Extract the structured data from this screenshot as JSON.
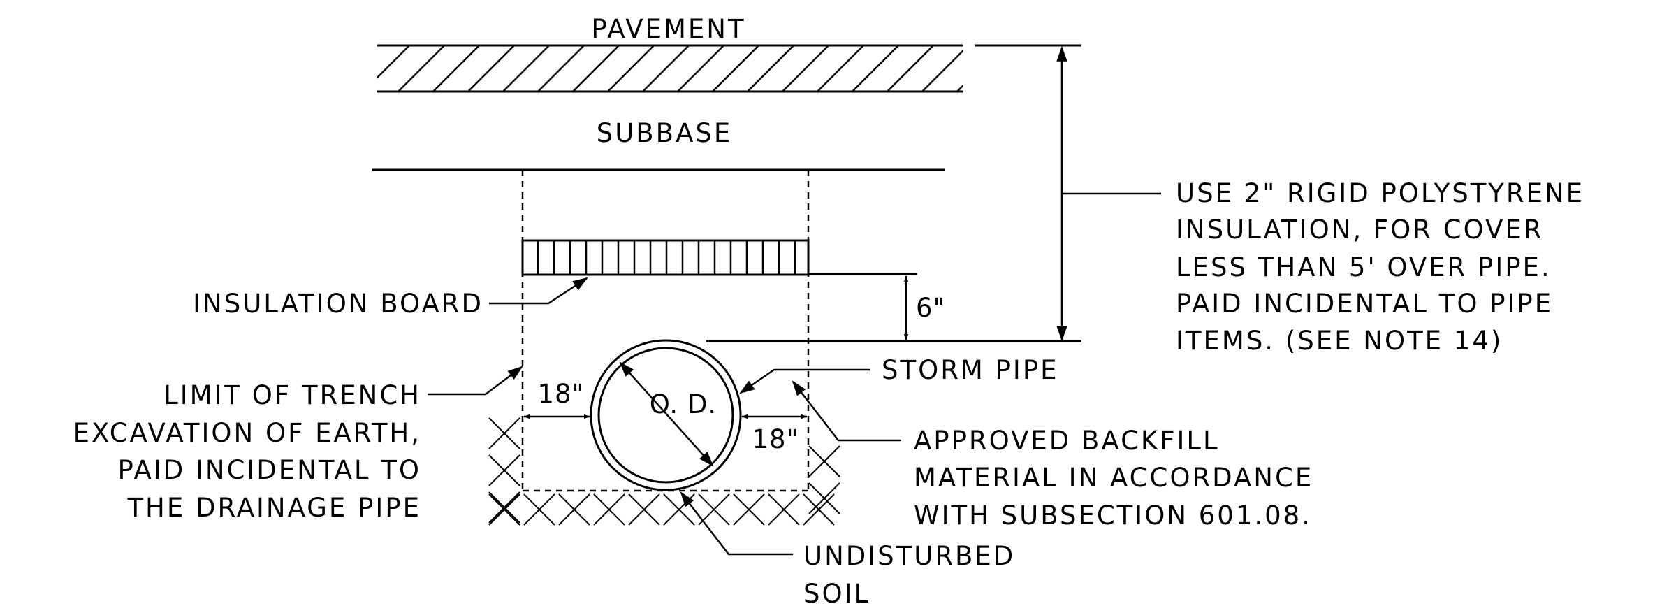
{
  "labels": {
    "pavement": "PAVEMENT",
    "subbase": "SUBBASE",
    "insulation_board": "INSULATION BOARD",
    "storm_pipe": "STORM PIPE",
    "od": "O. D.",
    "six_inch": "6\"",
    "eighteen_left": "18\"",
    "eighteen_right": "18\"",
    "use_note": [
      "USE 2\" RIGID POLYSTYRENE",
      "INSULATION, FOR COVER",
      "LESS THAN 5' OVER PIPE.",
      "PAID INCIDENTAL TO PIPE",
      "ITEMS. (SEE NOTE 14)"
    ],
    "limit_note": [
      "LIMIT OF TRENCH",
      "EXCAVATION OF EARTH,",
      "PAID INCIDENTAL TO",
      "THE DRAINAGE PIPE"
    ],
    "backfill_note": [
      "APPROVED BACKFILL",
      "MATERIAL IN ACCORDANCE",
      "WITH SUBSECTION 601.08."
    ],
    "soil_note": [
      "UNDISTURBED",
      "SOIL"
    ]
  }
}
